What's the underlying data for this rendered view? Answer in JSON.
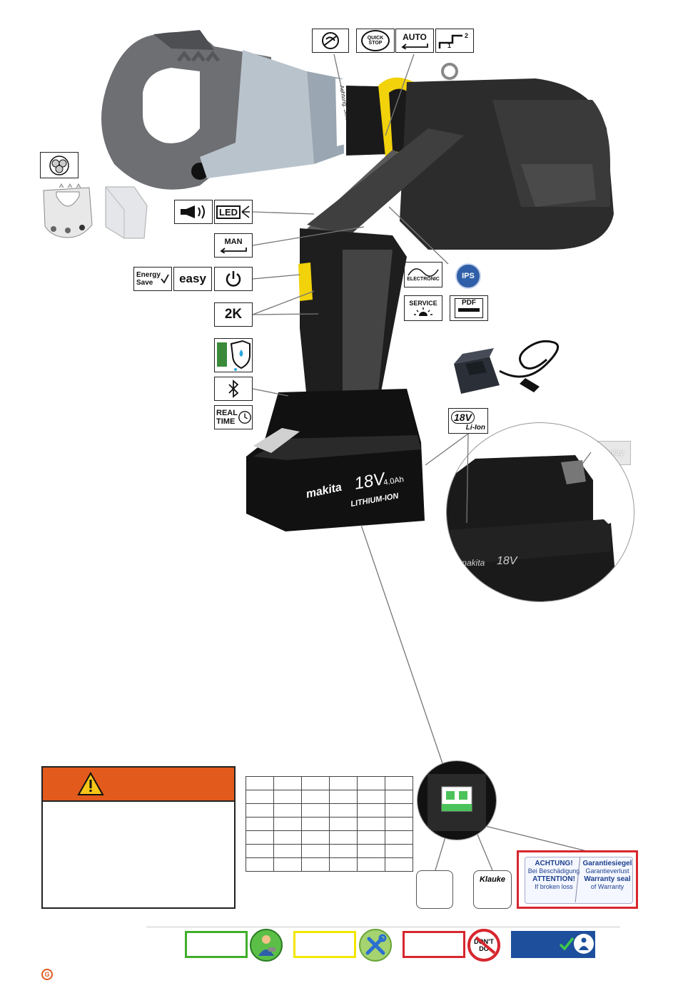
{
  "icons": {
    "quick_stop_top": "QUICK",
    "quick_stop_bottom": "STOP",
    "auto": "AUTO",
    "stage_1": "1",
    "stage_2": "2",
    "led": "LED",
    "man": "MAN",
    "energy_save_line1": "Energy",
    "energy_save_line2": "Save",
    "easy": "easy",
    "two_k": "2K",
    "real_time_line1": "REAL",
    "real_time_line2": "TIME",
    "electronic": "ELECTRONIC",
    "ips": "IPS",
    "service": "SERVICE",
    "pdf": "PDF",
    "battery_voltage": "18V",
    "battery_chem": "Li-Ion",
    "display": "Display"
  },
  "tool": {
    "head_label_line1": "Achtung: Schneidzone",
    "battery_brand": "makita",
    "battery_voltage": "18V",
    "battery_capacity": "4.0Ah",
    "battery_type": "LITHIUM-ION",
    "zoom_brand": "makita",
    "zoom_voltage": "18V"
  },
  "seal": {
    "left_line1": "ACHTUNG!",
    "left_line2": "Bei Beschädigung",
    "left_line3": "ATTENTION!",
    "left_line4": "If broken loss",
    "right_line1": "Garantiesiegel",
    "right_line2": "Garantieverlust",
    "right_line3": "Warranty seal",
    "right_line4": "of Warranty"
  },
  "brand_klauke": "Klauke",
  "legend": {
    "dont_do_line1": "DON'T",
    "dont_do_line2": "DO"
  },
  "footer_mark": "G",
  "colors": {
    "warning_orange": "#e25a1c",
    "legend_green": "#3fae2a",
    "legend_yellow": "#f3e600",
    "legend_red": "#d7262e",
    "legend_blue": "#1d4f9c",
    "seal_red": "#d7262e",
    "tool_yellow": "#f2d20a"
  }
}
